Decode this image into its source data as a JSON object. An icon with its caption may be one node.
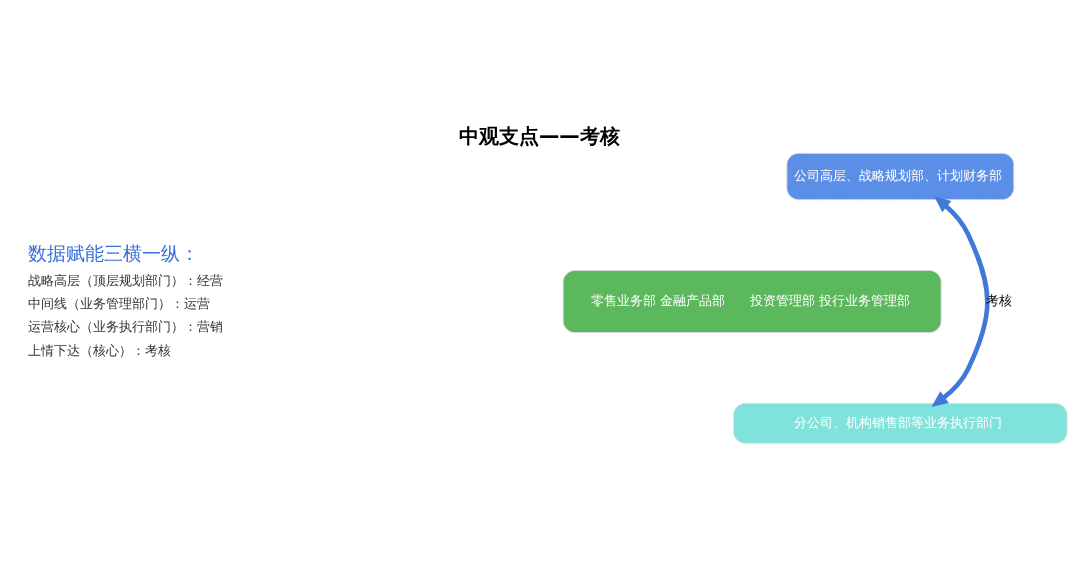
{
  "diagram": {
    "title": "中观支点——考核",
    "nodes": [
      {
        "text": [
          "公司高层、战略规划部、计划财务部"
        ]
      },
      {
        "text": [
          "零售业务部 金融产品部",
          "投资管理部 投行业务管理部"
        ]
      },
      {
        "text": [
          "分公司、机构销售部等业务执行部门"
        ]
      }
    ],
    "edges": [
      {
        "from": 0,
        "to": 2,
        "arrow": "both",
        "label": "考核"
      }
    ],
    "labels": [
      "数据赋能三横一纵：",
      "战略高层（顶层规划部门）：经营",
      "中间线（业务管理部门）：运营",
      "运营核心（业务执行部门）：营销",
      "上情下达（核心）：考核"
    ]
  }
}
